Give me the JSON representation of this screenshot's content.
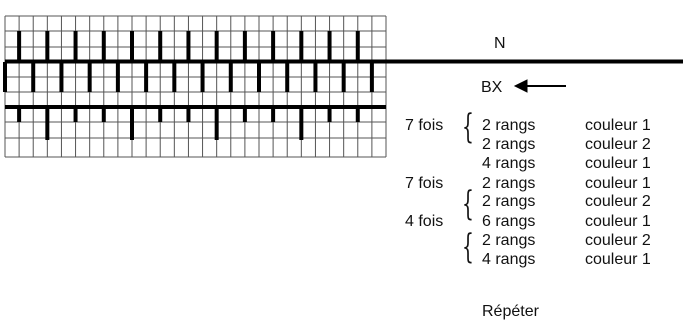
{
  "diagram": {
    "label_n": "N",
    "label_bx": "BX",
    "arrow_icon": "arrow-left-icon",
    "line_color": "#000000",
    "grid_line_color": "#555555",
    "repeat_label": "Répéter",
    "sequence": [
      {
        "group": "7 fois",
        "rows": "2 rangs",
        "color": "couleur 1"
      },
      {
        "group": "",
        "rows": "2 rangs",
        "color": "couleur 2"
      },
      {
        "group": "",
        "rows": "4 rangs",
        "color": "couleur 1"
      },
      {
        "group": "7 fois",
        "rows": "2 rangs",
        "color": "couleur 1"
      },
      {
        "group": "",
        "rows": "2 rangs",
        "color": "couleur 2"
      },
      {
        "group": "4 fois",
        "rows": "6 rangs",
        "color": "couleur 1"
      },
      {
        "group": "",
        "rows": "2 rangs",
        "color": "couleur 2"
      },
      {
        "group": "",
        "rows": "4 rangs",
        "color": "couleur 1"
      }
    ]
  }
}
